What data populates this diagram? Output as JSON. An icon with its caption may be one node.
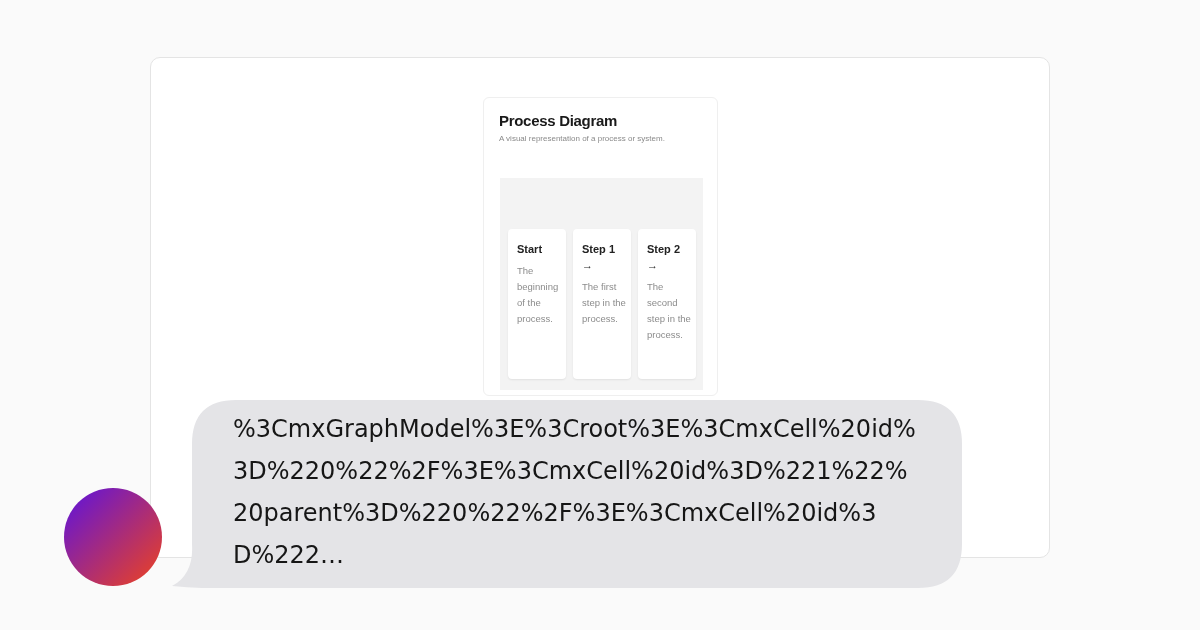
{
  "diagram": {
    "nodes": [
      {
        "text": [
          "Process Diagram",
          "A visual representation of a process or system."
        ]
      },
      {
        "text": [],
        "shape": "box",
        "in": 0
      },
      {
        "text": [
          "Start",
          "The beginning of the process."
        ],
        "in": 1
      },
      {
        "text": [
          "Step 1 →",
          "The first step in the process."
        ],
        "in": 1
      },
      {
        "text": [
          "Step 2 →",
          "The second step in the process."
        ],
        "in": 1
      },
      {
        "text": [
          "%3CmxGraphModel%3E%3Croot%3E%3CmxCell%20id%3D%220%22%2F%3E%3CmxCell%20id%3D%221%22%20parent%3D%220%22%2F%3E%3CmxCell%20id%3D%222…"
        ]
      }
    ]
  }
}
